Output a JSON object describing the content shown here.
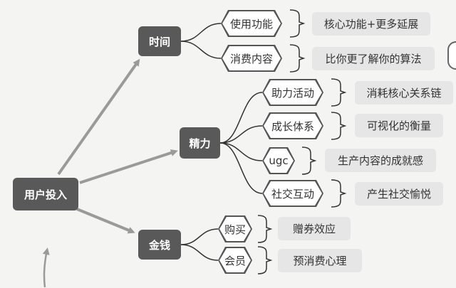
{
  "diagram": {
    "root": {
      "label": "用户投入"
    },
    "branches": [
      {
        "label": "时间",
        "children": [
          {
            "label": "使用功能",
            "note": "核心功能+更多延展"
          },
          {
            "label": "消费内容",
            "note": "比你更了解你的算法"
          }
        ]
      },
      {
        "label": "精力",
        "children": [
          {
            "label": "助力活动",
            "note": "消耗核心关系链"
          },
          {
            "label": "成长体系",
            "note": "可视化的衡量"
          },
          {
            "label": "ugc",
            "note": "生产内容的成就感"
          },
          {
            "label": "社交互动",
            "note": "产生社交愉悦"
          }
        ]
      },
      {
        "label": "金钱",
        "children": [
          {
            "label": "购买",
            "note": "赠券效应"
          },
          {
            "label": "会员",
            "note": "预消费心理"
          }
        ]
      }
    ]
  },
  "colors": {
    "dark_node": "#595959",
    "leaf_bg": "#e6e6e6",
    "arrow": "#9a9a9a",
    "line": "#333333",
    "background": "#f4f4f2"
  }
}
